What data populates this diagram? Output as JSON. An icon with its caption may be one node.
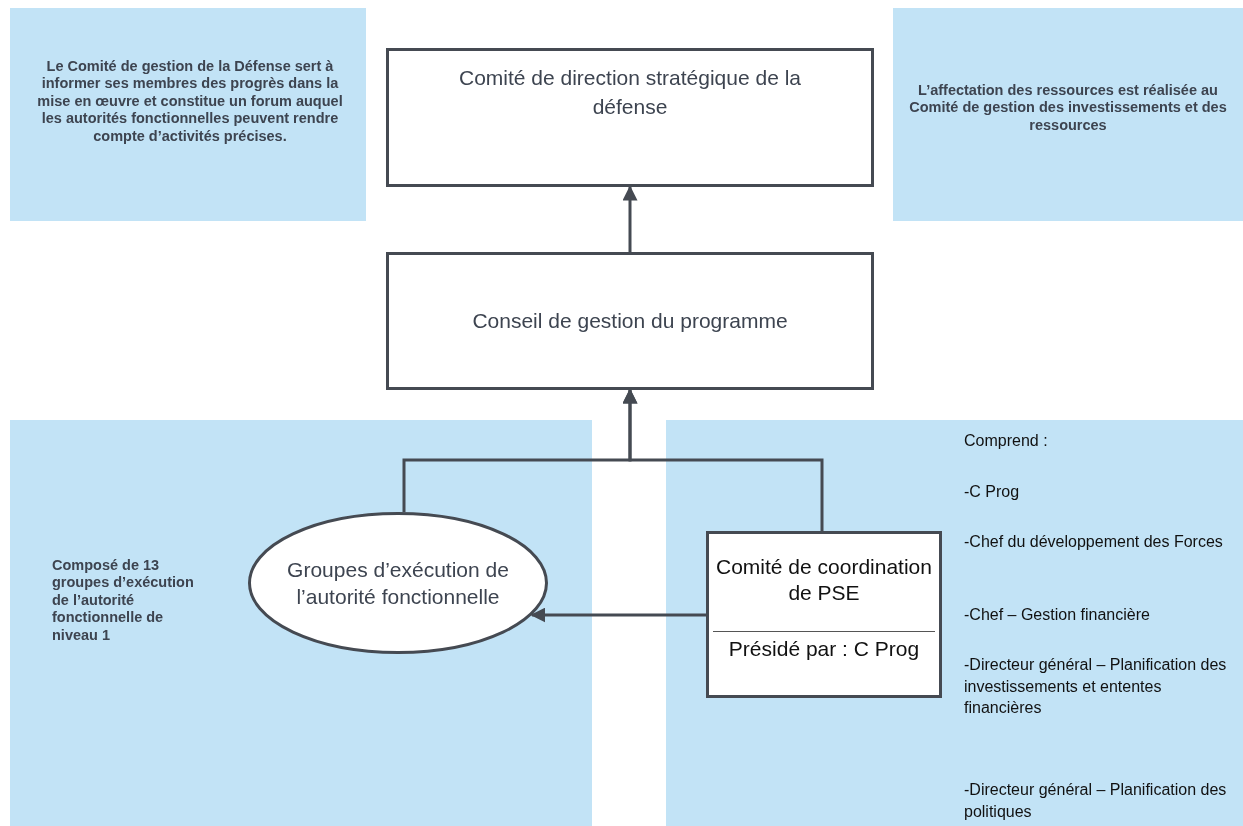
{
  "diagram": {
    "nodes": [
      {
        "text": [
          "Le Comité de gestion de la Défense sert à informer ses membres des progrès dans la mise en œuvre et constitue un forum auquel les autorités fonctionnelles peuvent rendre compte d’activités précises."
        ]
      },
      {
        "text": [
          "Comité de direction stratégique de la défense"
        ]
      },
      {
        "text": [
          "L’affectation des ressources est réalisée au Comité de gestion des investissements et des ressources"
        ]
      },
      {
        "text": [
          "Conseil de gestion du programme"
        ]
      },
      {
        "text": [
          "Composé de 13 groupes d’exécution de l’autorité fonctionnelle de niveau 1"
        ]
      },
      {
        "text": [
          "Groupes d’exécution de l’autorité fonctionnelle"
        ],
        "in": 4
      },
      {
        "text": [
          "Comprend :",
          "-C Prog",
          "-Chef du développement des Forces",
          "-Chef – Gestion financière",
          "-Directeur général – Planification des investissements et ententes financières",
          "-Directeur général – Planification des politiques"
        ]
      },
      {
        "text": [
          "Comité de coordination de PSE",
          "Présidé par : C Prog"
        ],
        "in": 6
      }
    ],
    "edges": [
      {
        "from": 3,
        "to": 1,
        "arrow": "to"
      },
      {
        "from": 5,
        "to": 3,
        "arrow": "to"
      },
      {
        "from": 7,
        "to": 3,
        "arrow": "to"
      },
      {
        "from": 7,
        "to": 5,
        "arrow": "to"
      }
    ]
  }
}
